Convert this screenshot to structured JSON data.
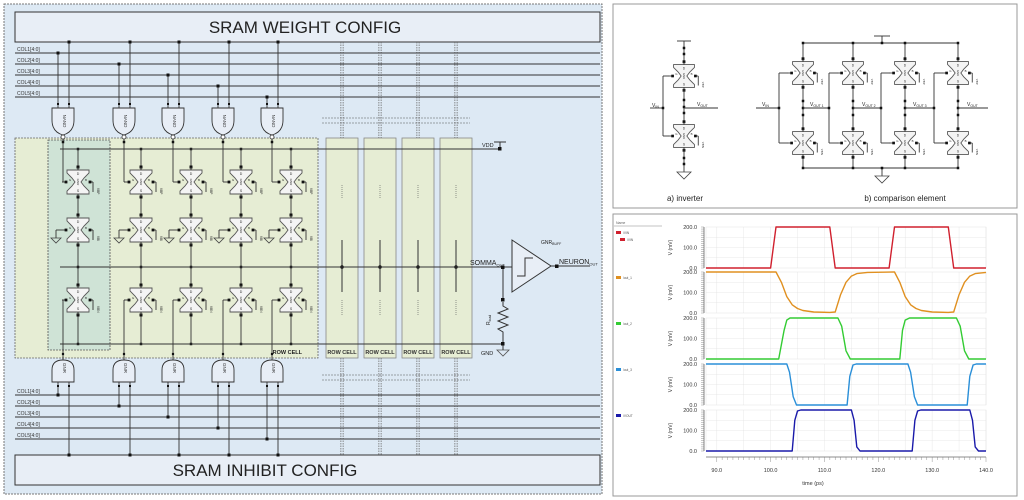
{
  "left_panel": {
    "weight_config_title": "SRAM WEIGHT CONFIG",
    "inhibit_config_title": "SRAM INHIBIT CONFIG",
    "col_buses": [
      "COL1[4:0]",
      "COL2[4:0]",
      "COL3[4:0]",
      "COL4[4:0]",
      "COL5[4:0]"
    ],
    "nand_label": "NAND",
    "gnr_label": "GNR",
    "device_labels": {
      "drain": "D",
      "source": "S",
      "gate": "G",
      "body": "B",
      "device": "GNR",
      "vbp": "VBP",
      "vbi": "VBI",
      "vbn": "VBN"
    },
    "row_cell_label": "ROW CELL",
    "row_cell_count": 5,
    "vdd_label": "VDD",
    "gnd_label": "GND",
    "somma_label": "SOMMA",
    "somma_sub": "OUT",
    "neuron_label": "NEURON",
    "neuron_sub": "OUT",
    "gnr_buff_label": "GNR",
    "gnr_buff_sub": "BUFF",
    "rload_label": "R",
    "rload_sub": "load"
  },
  "inverter_panel": {
    "caption": "a) inverter",
    "vin_label": "V",
    "vin_sub": "IN",
    "vout_label": "V",
    "vout_sub": "OUT"
  },
  "comparison_panel": {
    "caption": "b) comparison element",
    "vin_label": "V",
    "vin_sub": "IN",
    "node_labels": [
      {
        "label": "V",
        "sub": "OUT 1"
      },
      {
        "label": "V",
        "sub": "OUT 2"
      },
      {
        "label": "V",
        "sub": "OUT 3"
      },
      {
        "label": "V",
        "sub": "OUT"
      }
    ]
  },
  "chart_data": {
    "type": "line",
    "title": "",
    "xlabel": "time (ps)",
    "xlim": [
      88.0,
      140.0
    ],
    "x_ticks": [
      "90.0",
      "100.0",
      "110.0",
      "120.0",
      "130.0",
      "140.0"
    ],
    "legend_header": "Name",
    "legend_placement": "left",
    "panels": [
      {
        "ylabel": "V (mV)",
        "ylim": [
          0.0,
          200.0
        ],
        "y_ticks": [
          "0.0",
          "100.0",
          "200.0"
        ],
        "legend": [
          "/VIN",
          "/VIN"
        ],
        "series": [
          {
            "name": "/VIN",
            "color": "#d0202e",
            "x": [
              88,
              100.0,
              101.0,
              111.0,
              112.0,
              122.0,
              123.0,
              133.0,
              134.0,
              140.0
            ],
            "y": [
              0,
              0,
              200,
              200,
              0,
              0,
              200,
              200,
              0,
              0
            ]
          }
        ]
      },
      {
        "ylabel": "V (mV)",
        "ylim": [
          0.0,
          200.0
        ],
        "y_ticks": [
          "0.0",
          "100.0",
          "200.0"
        ],
        "legend": [
          "/out_1"
        ],
        "series": [
          {
            "name": "/out_1",
            "color": "#e09020",
            "x": [
              88,
              101.0,
              102.0,
              103.0,
              104.0,
              105.0,
              106.0,
              108.0,
              111.0,
              112.0,
              113.0,
              114.0,
              115.0,
              116.0,
              118.0,
              123.0,
              124.0,
              125.0,
              126.0,
              127.0,
              128.0,
              130.0,
              133.0,
              134.0,
              135.0,
              136.0,
              137.0,
              138.0,
              140.0
            ],
            "y": [
              200,
              200,
              150,
              80,
              40,
              22,
              12,
              5,
              3,
              5,
              90,
              150,
              180,
              192,
              198,
              200,
              150,
              80,
              40,
              22,
              12,
              5,
              3,
              5,
              90,
              150,
              180,
              192,
              198
            ]
          }
        ]
      },
      {
        "ylabel": "V (mV)",
        "ylim": [
          0.0,
          200.0
        ],
        "y_ticks": [
          "0.0",
          "100.0",
          "200.0"
        ],
        "legend": [
          "/out_2"
        ],
        "series": [
          {
            "name": "/out_2",
            "color": "#33cc33",
            "x": [
              88,
              101.5,
              102.5,
              103.0,
              103.6,
              112.5,
              113.2,
              114.0,
              114.8,
              124.0,
              124.5,
              125.0,
              125.8,
              134.5,
              135.2,
              136.0,
              136.8,
              140.0
            ],
            "y": [
              0,
              0,
              140,
              190,
              200,
              200,
              160,
              40,
              0,
              0,
              140,
              190,
              200,
              200,
              160,
              40,
              0,
              0
            ]
          }
        ]
      },
      {
        "ylabel": "V (mV)",
        "ylim": [
          0.0,
          200.0
        ],
        "y_ticks": [
          "0.0",
          "100.0",
          "200.0"
        ],
        "legend": [
          "/out_3"
        ],
        "series": [
          {
            "name": "/out_3",
            "color": "#2a8fd8",
            "x": [
              88,
              103.0,
              103.5,
              104.2,
              104.8,
              114.2,
              114.7,
              115.3,
              115.9,
              125.5,
              126.0,
              126.7,
              127.3,
              136.5,
              137.0,
              137.6,
              138.2,
              140.0
            ],
            "y": [
              200,
              200,
              160,
              40,
              0,
              0,
              140,
              195,
              200,
              200,
              160,
              40,
              0,
              0,
              140,
              195,
              200,
              200
            ]
          }
        ]
      },
      {
        "ylabel": "V (mV)",
        "ylim": [
          0.0,
          200.0
        ],
        "y_ticks": [
          "0.0",
          "100.0",
          "200.0"
        ],
        "legend": [
          "/VOUT"
        ],
        "series": [
          {
            "name": "/VOUT",
            "color": "#1a1aaa",
            "x": [
              88,
              104.0,
              104.5,
              105.0,
              105.6,
              115.0,
              115.5,
              116.0,
              116.6,
              126.3,
              126.8,
              127.3,
              127.9,
              137.0,
              137.5,
              138.0,
              138.6,
              140.0
            ],
            "y": [
              0,
              0,
              150,
              195,
              200,
              200,
              150,
              20,
              0,
              0,
              150,
              195,
              200,
              200,
              150,
              20,
              0,
              0
            ]
          }
        ]
      }
    ]
  }
}
